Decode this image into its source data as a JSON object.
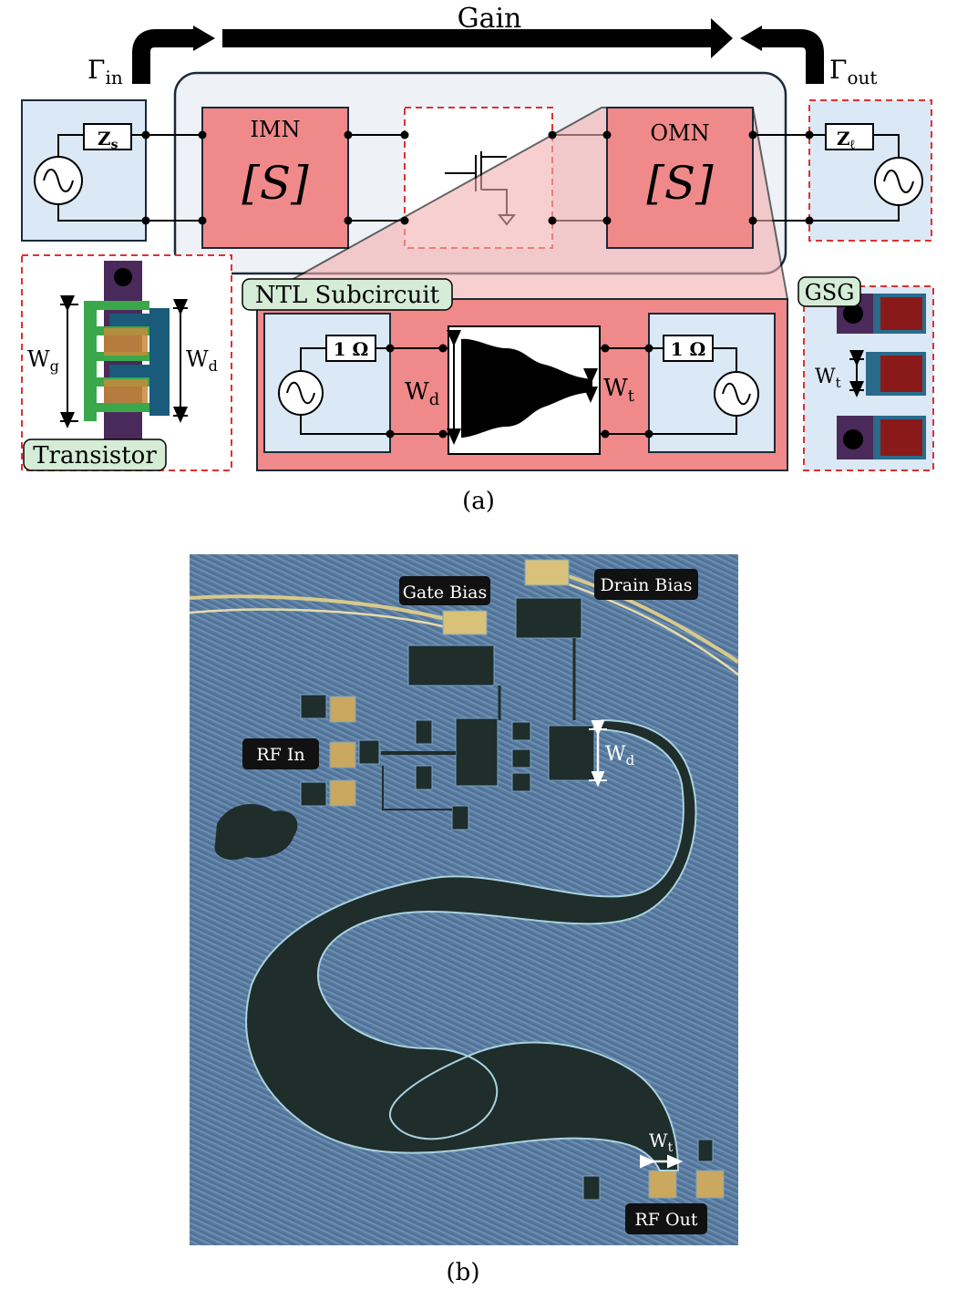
{
  "panel_a": {
    "gain_label": "Gain",
    "gamma_in": {
      "symbol": "Γ",
      "sub": "in"
    },
    "gamma_out": {
      "symbol": "Γ",
      "sub": "out"
    },
    "source_impedance": {
      "main": "Z",
      "sub": "s"
    },
    "load_impedance": {
      "main": "Z",
      "sub": "ℓ"
    },
    "imn": {
      "title": "IMN",
      "matrix": "[S]"
    },
    "omn": {
      "title": "OMN",
      "matrix": "[S]"
    },
    "ntl_subcircuit": {
      "label": "NTL Subcircuit",
      "left_resistor": "1 Ω",
      "right_resistor": "1 Ω",
      "wd": {
        "main": "W",
        "sub": "d"
      },
      "wt": {
        "main": "W",
        "sub": "t"
      }
    },
    "transistor": {
      "label": "Transistor",
      "wg": {
        "main": "W",
        "sub": "g"
      },
      "wd": {
        "main": "W",
        "sub": "d"
      }
    },
    "gsg": {
      "label": "GSG",
      "wt": {
        "main": "W",
        "sub": "t"
      }
    },
    "caption": "(a)"
  },
  "panel_b": {
    "labels": {
      "gate_bias": "Gate Bias",
      "drain_bias": "Drain Bias",
      "rf_in": "RF In",
      "rf_out": "RF Out"
    },
    "wd": {
      "main": "W",
      "sub": "d"
    },
    "wt": {
      "main": "W",
      "sub": "t"
    },
    "caption": "(b)"
  },
  "colors": {
    "blue_box": "#dbe8f5",
    "pink_box": "#f08a8a",
    "gray_container": "#eef1f5",
    "red_dash": "#e03030",
    "label_green": "#d5ecd6",
    "chip_bg": "#5d7a9c",
    "chip_trace": "#1f2d2b"
  }
}
